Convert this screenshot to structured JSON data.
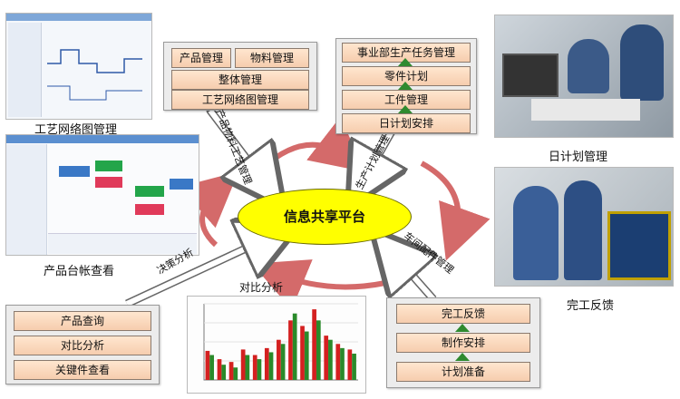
{
  "hub": {
    "label": "信息共享平台"
  },
  "captions": {
    "process_network": "工艺网络图管理",
    "product_ledger": "产品台帐查看",
    "daily_plan": "日计划管理",
    "completion_feedback": "完工反馈",
    "comparison_analysis": "对比分析"
  },
  "top_left_panel": {
    "product_mgmt": "产品管理",
    "material_mgmt": "物料管理",
    "overall_mgmt": "整体管理",
    "process_network_mgmt": "工艺网络图管理"
  },
  "top_right_panel": {
    "items": [
      "事业部生产任务管理",
      "零件计划",
      "工件管理",
      "日计划安排"
    ]
  },
  "bottom_left_panel": {
    "items": [
      "产品查询",
      "对比分析",
      "关键件查看"
    ]
  },
  "bottom_right_panel": {
    "items": [
      "完工反馈",
      "制作安排",
      "计划准备"
    ]
  },
  "connector_labels": {
    "product_process": "产品物料工艺管理",
    "production_plan": "生产计划管理",
    "workshop_parts": "车间配件管理",
    "decision_analysis": "决策分析"
  },
  "colors": {
    "hub": "#ffff00",
    "button": "#f6cdae",
    "flow_arrow": "#d46a6a",
    "green_arrow": "#2f8a2f",
    "bar_red": "#d42020",
    "bar_green": "#2a8a2a"
  },
  "chart_data": {
    "type": "bar",
    "series": [
      {
        "values": [
          42,
          30,
          26,
          44,
          36,
          46,
          58,
          86,
          78,
          102,
          64,
          52,
          44
        ]
      },
      {
        "values": [
          36,
          22,
          18,
          36,
          30,
          40,
          52,
          96,
          70,
          86,
          58,
          46,
          38
        ]
      }
    ]
  }
}
